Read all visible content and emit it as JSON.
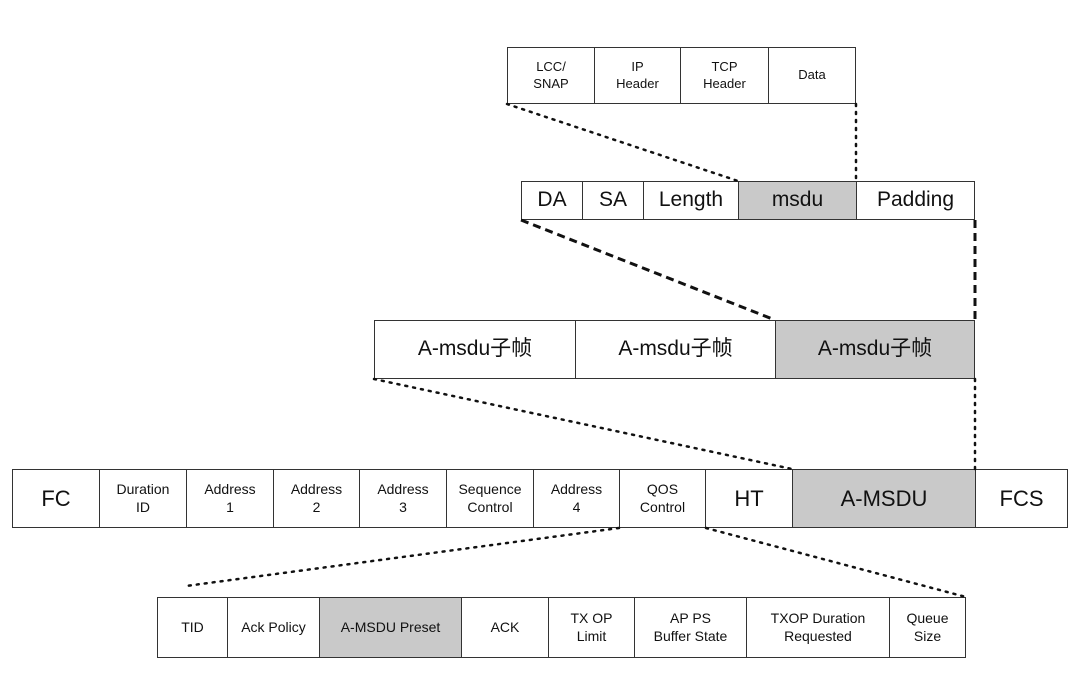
{
  "rows": {
    "payload": [
      {
        "label": "LCC/\nSNAP",
        "shaded": false
      },
      {
        "label": "IP\nHeader",
        "shaded": false
      },
      {
        "label": "TCP\nHeader",
        "shaded": false
      },
      {
        "label": "Data",
        "shaded": false
      }
    ],
    "subframe": [
      {
        "label": "DA",
        "shaded": false
      },
      {
        "label": "SA",
        "shaded": false
      },
      {
        "label": "Length",
        "shaded": false
      },
      {
        "label": "msdu",
        "shaded": true
      },
      {
        "label": "Padding",
        "shaded": false
      }
    ],
    "amsdu": [
      {
        "label": "A-msdu子帧",
        "shaded": false
      },
      {
        "label": "A-msdu子帧",
        "shaded": false
      },
      {
        "label": "A-msdu子帧",
        "shaded": true
      }
    ],
    "mac_header": [
      {
        "label": "FC",
        "shaded": false
      },
      {
        "label": "Duration\nID",
        "shaded": false
      },
      {
        "label": "Address\n1",
        "shaded": false
      },
      {
        "label": "Address\n2",
        "shaded": false
      },
      {
        "label": "Address\n3",
        "shaded": false
      },
      {
        "label": "Sequence\nControl",
        "shaded": false
      },
      {
        "label": "Address\n4",
        "shaded": false
      },
      {
        "label": "QOS\nControl",
        "shaded": false
      },
      {
        "label": "HT",
        "shaded": false
      },
      {
        "label": "A-MSDU",
        "shaded": true
      },
      {
        "label": "FCS",
        "shaded": false
      }
    ],
    "qos_control": [
      {
        "label": "TID",
        "shaded": false
      },
      {
        "label": "Ack Policy",
        "shaded": false
      },
      {
        "label": "A-MSDU Preset",
        "shaded": true
      },
      {
        "label": "ACK",
        "shaded": false
      },
      {
        "label": "TX OP\nLimit",
        "shaded": false
      },
      {
        "label": "AP PS\nBuffer State",
        "shaded": false
      },
      {
        "label": "TXOP Duration\nRequested",
        "shaded": false
      },
      {
        "label": "Queue\nSize",
        "shaded": false
      }
    ]
  },
  "colors": {
    "border": "#333333",
    "shaded": "#c9c9c9",
    "connector": "#111111"
  }
}
